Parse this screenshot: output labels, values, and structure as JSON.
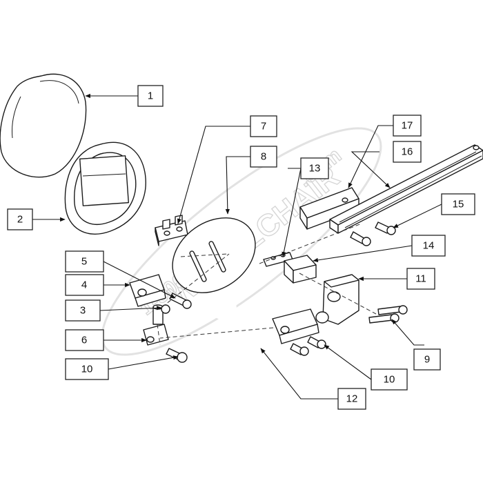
{
  "watermark": {
    "line1": "1-800",
    "line2": "WHEELCHAIR",
    "line3": ".com"
  },
  "callouts": [
    {
      "id": "c1",
      "label": "1"
    },
    {
      "id": "c2",
      "label": "2"
    },
    {
      "id": "c3",
      "label": "3"
    },
    {
      "id": "c4",
      "label": "4"
    },
    {
      "id": "c5",
      "label": "5"
    },
    {
      "id": "c6",
      "label": "6"
    },
    {
      "id": "c7",
      "label": "7"
    },
    {
      "id": "c8",
      "label": "8"
    },
    {
      "id": "c9",
      "label": "9"
    },
    {
      "id": "c10a",
      "label": "10"
    },
    {
      "id": "c10b",
      "label": "10"
    },
    {
      "id": "c11",
      "label": "11"
    },
    {
      "id": "c12",
      "label": "12"
    },
    {
      "id": "c13",
      "label": "13"
    },
    {
      "id": "c14",
      "label": "14"
    },
    {
      "id": "c15",
      "label": "15"
    },
    {
      "id": "c16",
      "label": "16"
    },
    {
      "id": "c17",
      "label": "17"
    }
  ]
}
